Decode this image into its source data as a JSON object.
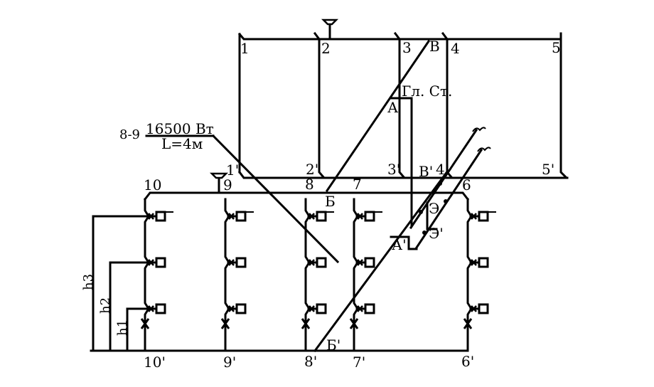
{
  "top_nodes": [
    "1",
    "2",
    "3",
    "В",
    "4",
    "5"
  ],
  "top_return_nodes": [
    "1'",
    "2'",
    "3'",
    "В'",
    "4'",
    "5'"
  ],
  "main_station": "Гл. Ст.",
  "node_a": "А",
  "node_a_prime": "А'",
  "node_e": "Э",
  "node_e_prime": "Э'",
  "node_b": "Б",
  "node_b_prime": "Б'",
  "bottom_nodes": [
    "10",
    "9",
    "8",
    "7",
    "6"
  ],
  "bottom_return_nodes": [
    "10'",
    "9'",
    "8'",
    "7'",
    "6'"
  ],
  "section_note": {
    "segment": "8-9",
    "power": "16500 Вт",
    "length": "L=4м"
  },
  "heights": [
    "h3",
    "h2",
    "h1"
  ]
}
